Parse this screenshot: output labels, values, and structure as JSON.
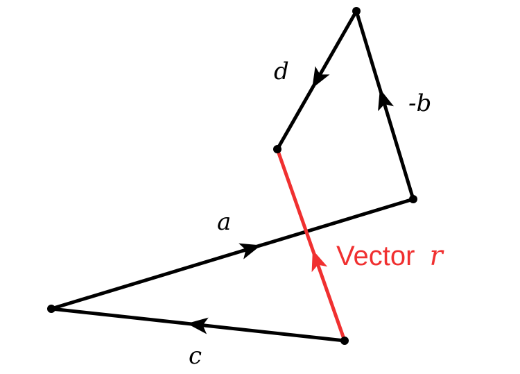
{
  "diagram": {
    "title": "Vector polygon sum",
    "vectors": [
      {
        "id": "a",
        "label": "a",
        "from": "A",
        "to": "B",
        "color": "#000000"
      },
      {
        "id": "neg-b",
        "label": "-b",
        "from": "B",
        "to": "C",
        "color": "#000000"
      },
      {
        "id": "d",
        "label": "d",
        "from": "C",
        "to": "D",
        "color": "#000000"
      },
      {
        "id": "c",
        "label": "c",
        "from": "E",
        "to": "A",
        "color": "#000000"
      },
      {
        "id": "r",
        "label": "r",
        "from": "E",
        "to": "D",
        "color": "#f03030"
      }
    ],
    "vector_r_label": {
      "prefix": "Vector ",
      "symbol": "r"
    },
    "colors": {
      "black": "#000000",
      "red": "#f03030"
    }
  }
}
